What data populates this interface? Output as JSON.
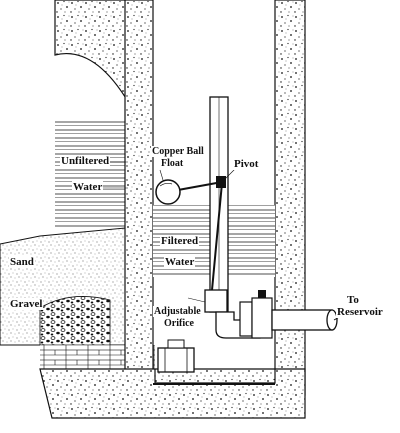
{
  "labels": {
    "copper_ball_float_1": "Copper Ball",
    "copper_ball_float_2": "Float",
    "pivot": "Pivot",
    "unfiltered_1": "Unfiltered",
    "unfiltered_2": "Water",
    "filtered_1": "Filtered",
    "filtered_2": "Water",
    "sand": "Sand",
    "gravel": "Gravel",
    "orifice_1": "Adjustable",
    "orifice_2": "Orifice",
    "to_1": "To",
    "to_2": "Reservoir"
  },
  "colors": {
    "ink": "#111111",
    "paper": "#ffffff"
  }
}
